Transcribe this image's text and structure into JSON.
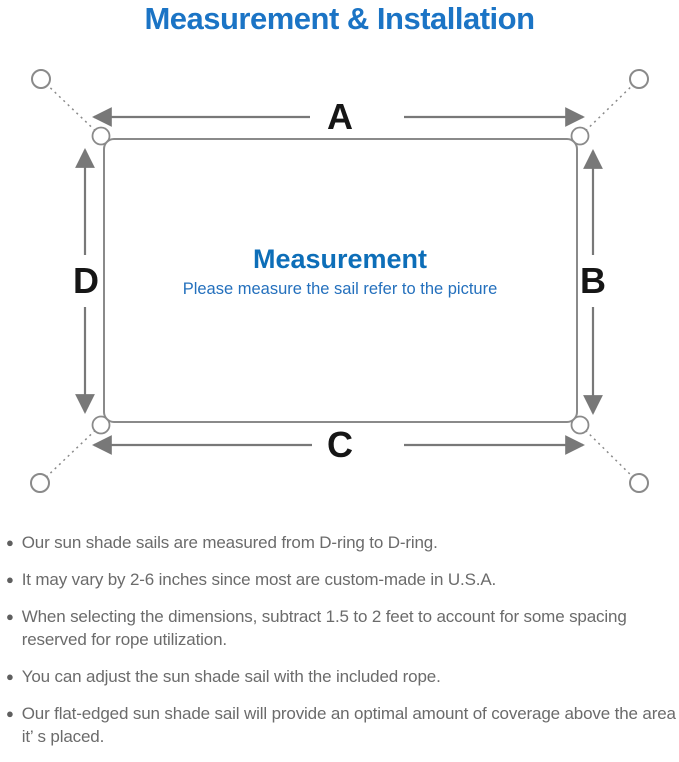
{
  "title": "Measurement & Installation",
  "diagram": {
    "dim_labels": {
      "top": "A",
      "right": "B",
      "bottom": "C",
      "left": "D"
    },
    "center_heading": "Measurement",
    "center_subtitle": "Please measure the sail refer to the picture"
  },
  "notes": {
    "bullet_glyph": "●",
    "items": [
      "Our sun shade sails are measured from D-ring to D-ring.",
      "It may vary by 2-6 inches since most are custom-made in U.S.A.",
      "When selecting the dimensions, subtract 1.5 to 2 feet to account for some spacing reserved for rope utilization.",
      "You can adjust the sun shade sail with the included rope.",
      "Our flat-edged sun shade sail will provide an optimal amount of coverage above the area it’ s placed."
    ]
  },
  "colors": {
    "title_blue": "#1b74c5",
    "heading_blue": "#0d6eb8",
    "subtitle_blue": "#2470bd",
    "line_gray": "#8a8a8a",
    "arrow_gray": "#787878",
    "label_black": "#161616",
    "note_gray": "#6b6b6b"
  }
}
